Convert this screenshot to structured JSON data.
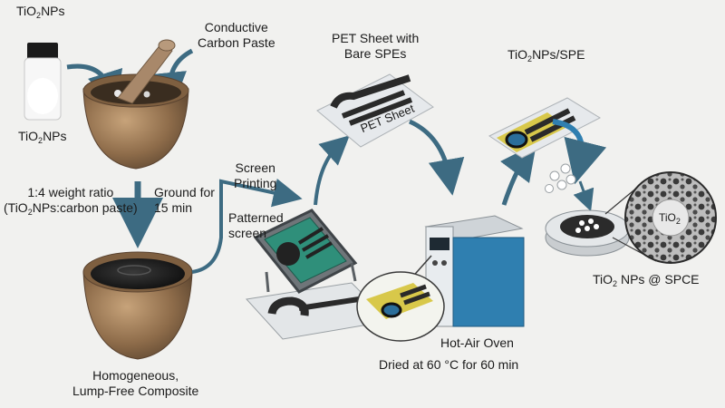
{
  "labels": {
    "tio2_top": {
      "pre": "TiO",
      "sub": "2",
      "post": "NPs"
    },
    "tio2_bottle": {
      "pre": "TiO",
      "sub": "2",
      "post": "NPs"
    },
    "carbon_paste": [
      "Conductive",
      "Carbon Paste"
    ],
    "weight_ratio_line1": "1:4 weight ratio",
    "weight_ratio_line2": {
      "pre": "(TiO",
      "sub": "2",
      "post": "NPs:carbon paste)"
    },
    "ground": [
      "Ground for",
      "15 min"
    ],
    "composite": [
      "Homogeneous,",
      "Lump-Free Composite"
    ],
    "screen_printing": [
      "Screen",
      "Printing"
    ],
    "patterned_screen": [
      "Patterned",
      "screen"
    ],
    "pet_sheet_title": [
      "PET Sheet with",
      "Bare SPEs"
    ],
    "pet_sheet_label": "PET Sheet",
    "oven": "Hot-Air Oven",
    "dried": "Dried at 60 °C for 60 min",
    "tio2_spe": {
      "pre": "TiO",
      "sub": "2",
      "post": "NPs/SPE"
    },
    "tio2_sphere": {
      "pre": "TiO",
      "sub": "2",
      "post": ""
    },
    "tio2_spce": {
      "pre": "TiO",
      "sub": "2",
      "post": " NPs @ SPCE"
    }
  },
  "colors": {
    "arrow": "#3d6b82",
    "oven": "#2f7fb0",
    "mortar": "#9a7a56",
    "paste": "#1d1d1d",
    "yellow_film": "#d8c84a",
    "pet": "#dfe3e6"
  }
}
